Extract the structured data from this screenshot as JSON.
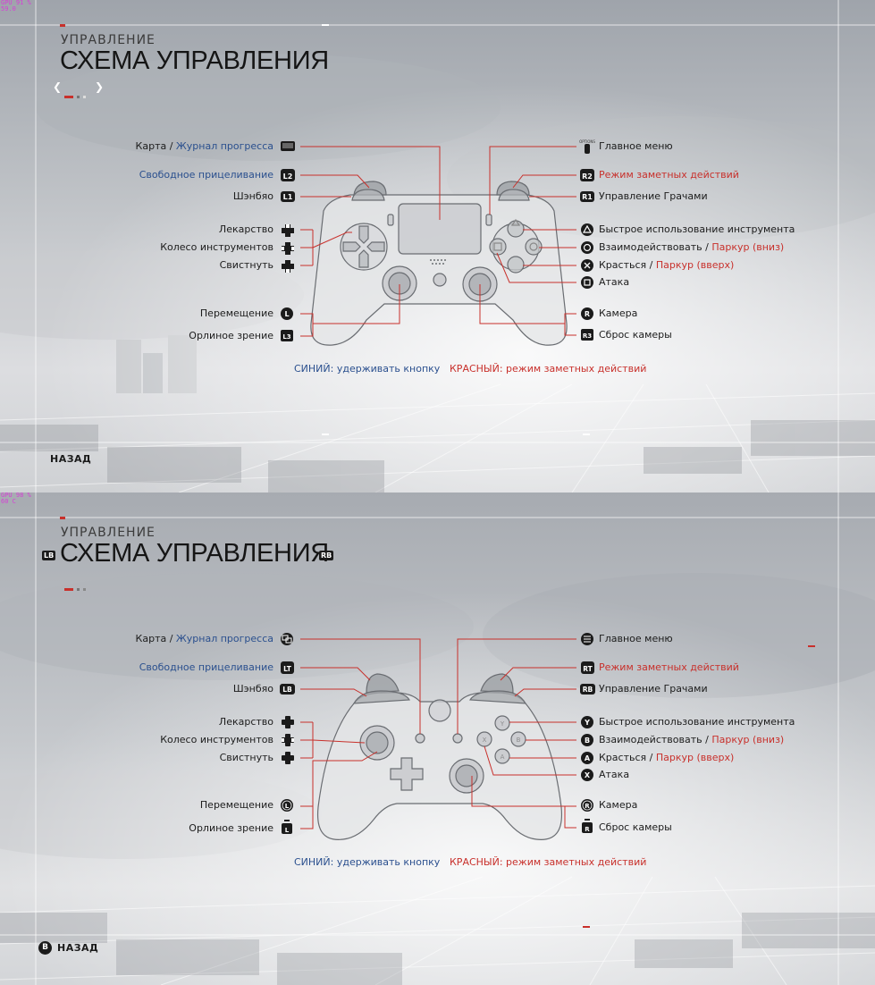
{
  "hud_top": [
    "GPU  91 %",
    "59.0"
  ],
  "hud_bottom": [
    "GPU  98 %",
    "60 C"
  ],
  "screens": [
    {
      "platform": "PS4",
      "subtitle": "УПРАВЛЕНИЕ",
      "title": "СХЕМА УПРАВЛЕНИЯ",
      "nav_prev": "❮",
      "nav_next": "❯",
      "left": [
        {
          "key": "touchpad",
          "label": "Карта",
          "sep": " / ",
          "label2": "Журнал прогресса",
          "color": "normal",
          "color2": "blue"
        },
        {
          "key": "L2",
          "label": "Свободное прицеливание",
          "color": "blue"
        },
        {
          "key": "L1",
          "label": "Шэнбяо",
          "color": "normal"
        },
        {
          "key": "dpad-up",
          "label": "Лекарство",
          "color": "normal"
        },
        {
          "key": "dpad-side",
          "label": "Колесо инструментов",
          "color": "normal"
        },
        {
          "key": "dpad-down",
          "label": "Свистнуть",
          "color": "normal"
        },
        {
          "key": "L",
          "label": "Перемещение",
          "color": "normal"
        },
        {
          "key": "L3",
          "label": "Орлиное зрение",
          "color": "normal"
        }
      ],
      "right": [
        {
          "key": "OPTIONS",
          "label": "Главное меню",
          "color": "normal"
        },
        {
          "key": "R2",
          "label": "Режим заметных действий",
          "color": "red"
        },
        {
          "key": "R1",
          "label": "Управление Грачами",
          "color": "normal"
        },
        {
          "key": "triangle",
          "label": "Быстрое использование инструмента",
          "color": "normal"
        },
        {
          "key": "circle",
          "label": "Взаимодействовать",
          "sep": " / ",
          "label2": "Паркур (вниз)",
          "color": "normal",
          "color2": "red"
        },
        {
          "key": "cross",
          "label": "Красться",
          "sep": " / ",
          "label2": "Паркур (вверх)",
          "color": "normal",
          "color2": "red"
        },
        {
          "key": "square",
          "label": "Атака",
          "color": "normal"
        },
        {
          "key": "R",
          "label": "Камера",
          "color": "normal"
        },
        {
          "key": "R3",
          "label": "Сброс камеры",
          "color": "normal"
        }
      ],
      "legend_blue": "СИНИЙ: удерживать кнопку",
      "legend_red": "КРАСНЫЙ: режим заметных действий",
      "back_label": "НАЗАД"
    },
    {
      "platform": "XBOX",
      "subtitle": "УПРАВЛЕНИЕ",
      "title": "СХЕМА УПРАВЛЕНИЯ",
      "tag_left": "LB",
      "tag_right": "RB",
      "left": [
        {
          "key": "view",
          "label": "Карта",
          "sep": " / ",
          "label2": "Журнал прогресса",
          "color": "normal",
          "color2": "blue"
        },
        {
          "key": "LT",
          "label": "Свободное прицеливание",
          "color": "blue"
        },
        {
          "key": "LB",
          "label": "Шэнбяо",
          "color": "normal"
        },
        {
          "key": "dpad-up",
          "label": "Лекарство",
          "color": "normal"
        },
        {
          "key": "dpad-side",
          "label": "Колесо инструментов",
          "color": "normal"
        },
        {
          "key": "dpad-down",
          "label": "Свистнуть",
          "color": "normal"
        },
        {
          "key": "L",
          "label": "Перемещение",
          "color": "normal"
        },
        {
          "key": "L",
          "label": "Орлиное зрение",
          "color": "normal"
        }
      ],
      "right": [
        {
          "key": "menu",
          "label": "Главное меню",
          "color": "normal"
        },
        {
          "key": "RT",
          "label": "Режим заметных действий",
          "color": "red"
        },
        {
          "key": "RB",
          "label": "Управление Грачами",
          "color": "normal"
        },
        {
          "key": "Y",
          "label": "Быстрое использование инструмента",
          "color": "normal"
        },
        {
          "key": "B",
          "label": "Взаимодействовать",
          "sep": " / ",
          "label2": "Паркур (вниз)",
          "color": "normal",
          "color2": "red"
        },
        {
          "key": "A",
          "label": "Красться",
          "sep": " / ",
          "label2": "Паркур (вверх)",
          "color": "normal",
          "color2": "red"
        },
        {
          "key": "X",
          "label": "Атака",
          "color": "normal"
        },
        {
          "key": "R",
          "label": "Камера",
          "color": "normal"
        },
        {
          "key": "R",
          "label": "Сброс камеры",
          "color": "normal"
        }
      ],
      "legend_blue": "СИНИЙ: удерживать кнопку",
      "legend_red": "КРАСНЫЙ: режим заметных действий",
      "back_button": "B",
      "back_label": "НАЗАД"
    }
  ],
  "colors": {
    "red": "#c8302b",
    "blue": "#2a4f8e",
    "line": "#c8302b",
    "text": "#1c1c1c"
  }
}
